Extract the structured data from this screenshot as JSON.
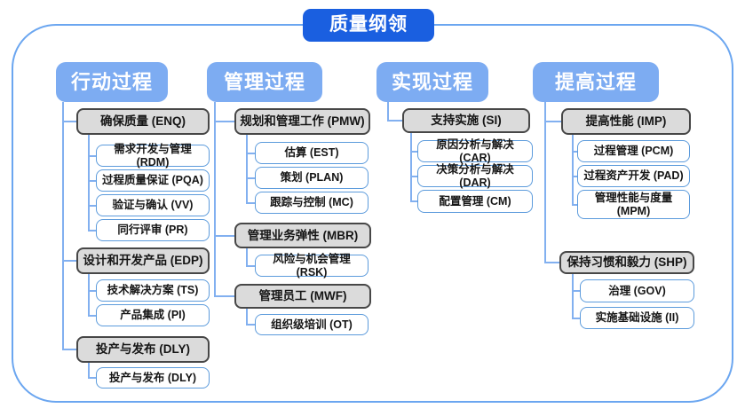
{
  "title": "质量纲领",
  "colors": {
    "title_bg": "#1A5FE0",
    "header_bg": "#7DACF2",
    "group_bg": "#DBDBDB",
    "group_border": "#474747",
    "leaf_border": "#5C9BDC",
    "connector": "#82B0F0",
    "frame_border": "#6BA6F0",
    "text": "#151515"
  },
  "columns": [
    {
      "header": "行动过程",
      "groups": [
        {
          "label": "确保质量 (ENQ)",
          "children": [
            "需求开发与管理 (RDM)",
            "过程质量保证 (PQA)",
            "验证与确认 (VV)",
            "同行评审 (PR)"
          ]
        },
        {
          "label": "设计和开发产品 (EDP)",
          "children": [
            "技术解决方案 (TS)",
            "产品集成 (PI)"
          ]
        },
        {
          "label": "投产与发布 (DLY)",
          "children": [
            "投产与发布 (DLY)"
          ]
        }
      ]
    },
    {
      "header": "管理过程",
      "groups": [
        {
          "label": "规划和管理工作 (PMW)",
          "children": [
            "估算 (EST)",
            "策划 (PLAN)",
            "跟踪与控制 (MC)"
          ]
        },
        {
          "label": "管理业务弹性 (MBR)",
          "children": [
            "风险与机会管理 (RSK)"
          ]
        },
        {
          "label": "管理员工 (MWF)",
          "children": [
            "组织级培训 (OT)"
          ]
        }
      ]
    },
    {
      "header": "实现过程",
      "groups": [
        {
          "label": "支持实施 (SI)",
          "children": [
            "原因分析与解决 (CAR)",
            "决策分析与解决 (DAR)",
            "配置管理 (CM)"
          ]
        }
      ]
    },
    {
      "header": "提高过程",
      "groups": [
        {
          "label": "提高性能 (IMP)",
          "children": [
            "过程管理 (PCM)",
            "过程资产开发 (PAD)",
            "管理性能与度量 (MPM)"
          ]
        },
        {
          "label": "保持习惯和毅力 (SHP)",
          "children": [
            "治理 (GOV)",
            "实施基础设施 (II)"
          ]
        }
      ]
    }
  ]
}
